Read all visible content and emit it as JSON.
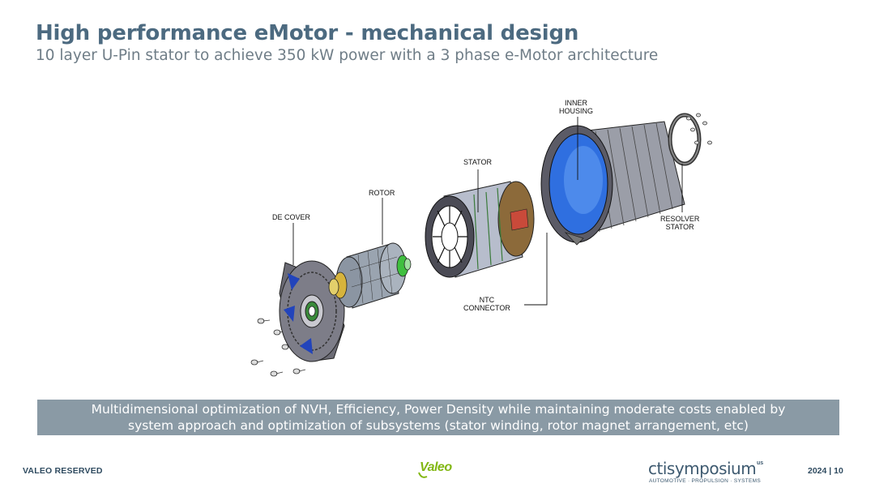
{
  "header": {
    "title": "High performance eMotor - mechanical design",
    "subtitle": "10 layer U-Pin stator to achieve 350 kW power with a 3 phase e-Motor architecture"
  },
  "figure": {
    "callouts": {
      "de_cover": "DE COVER",
      "rotor": "ROTOR",
      "stator": "STATOR",
      "inner_housing": "INNER\nHOUSING",
      "resolver_stator": "RESOLVER\nSTATOR",
      "ntc_connector": "NTC\nCONNECTOR"
    }
  },
  "banner": {
    "line1": "Multidimensional optimization of NVH, Efficiency, Power Density while maintaining moderate costs enabled by",
    "line2": "system approach and optimization of subsystems (stator winding, rotor magnet arrangement, etc)"
  },
  "footer": {
    "left": "VALEO RESERVED",
    "brand": "Valeo",
    "cti_prefix": "cti",
    "cti_word": "symposium",
    "cti_superscript": "us",
    "cti_tagline": "AUTOMOTIVE · PROPULSION · SYSTEMS",
    "year_page": "2024  |  10"
  },
  "colors": {
    "title": "#4c6a80",
    "banner_bg": "#8a9aa5",
    "valeo_green": "#82b713",
    "housing_blue": "#2f6fe0",
    "rotor_green": "#3fbf3f"
  }
}
